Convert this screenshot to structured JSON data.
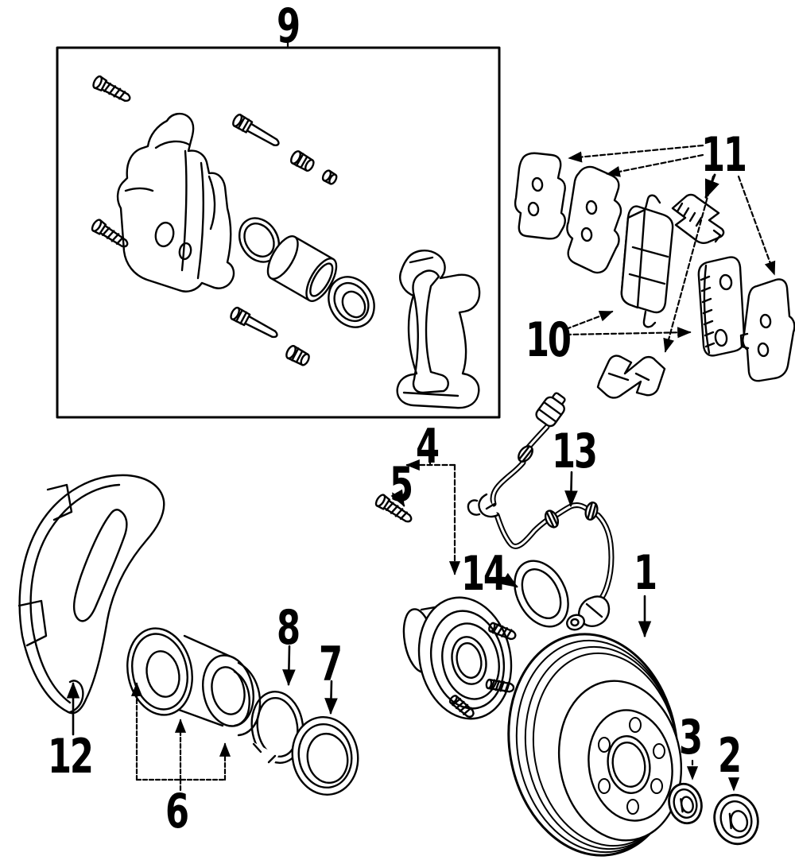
{
  "colors": {
    "ink": "#000000",
    "background": "#ffffff"
  },
  "callouts": {
    "1": "1",
    "2": "2",
    "3": "3",
    "4": "4",
    "5": "5",
    "6": "6",
    "7": "7",
    "8": "8",
    "9": "9",
    "10": "10",
    "11": "11",
    "12": "12",
    "13": "13",
    "14": "14"
  }
}
